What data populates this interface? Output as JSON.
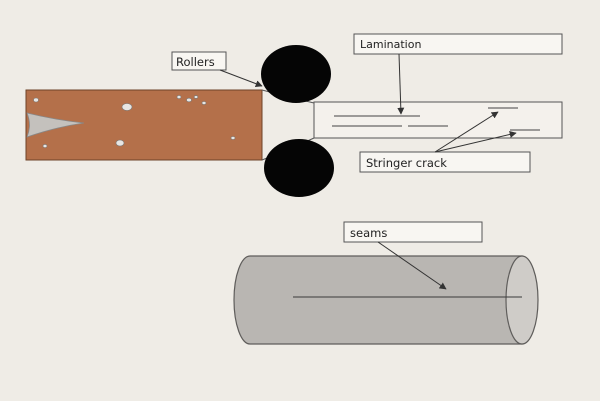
{
  "labels": {
    "rollers": "Rollers",
    "lamination": "Lamination",
    "stringer_crack": "Stringer crack",
    "seams": "seams"
  },
  "colors": {
    "background": "#efece6",
    "ingot": "#b4704a",
    "roller": "#050505",
    "plate": "#f4f1ec",
    "pipe": "#b9b6b2",
    "pipe_end": "#cfccc8",
    "pipe_edge": "#5f5d5b",
    "shrinkage": "#c4c1bd",
    "line": "#333333"
  }
}
